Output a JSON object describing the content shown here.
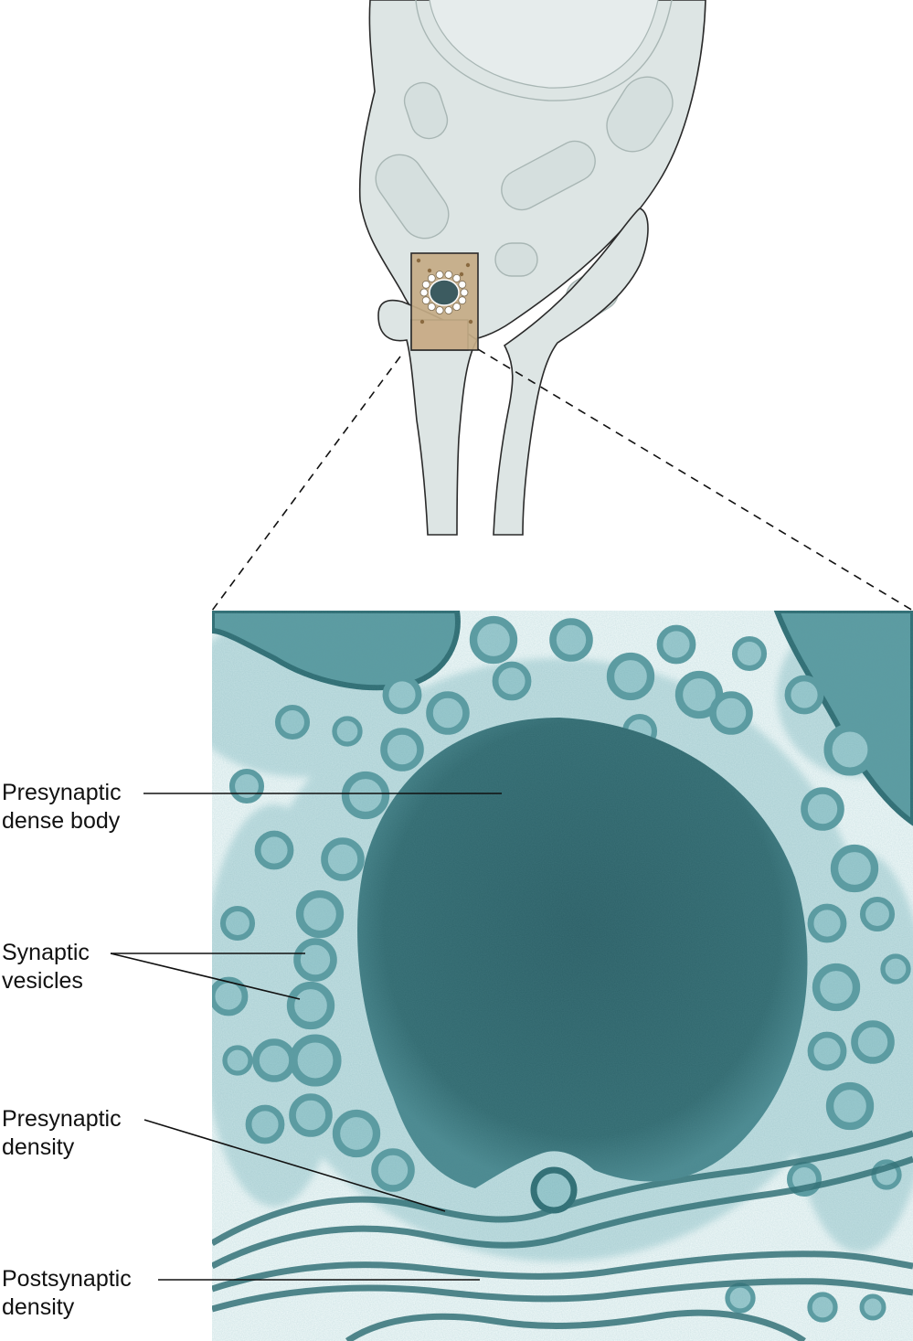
{
  "colors": {
    "cell_fill": "#dde5e4",
    "cell_stroke": "#2a2a2a",
    "organelle_stroke": "#a8b6b4",
    "box_fill": "#c4ab86",
    "pink_fill": "#f4c8c8",
    "dense_body": "#3c5b60",
    "em_background": "#f3fbfb",
    "em_dark": "#2e6c72",
    "em_mid": "#5c9ca2",
    "em_light": "#9ccbd0",
    "leader": "#111111"
  },
  "labels": {
    "presynaptic_dense_body": {
      "line1": "Presynaptic",
      "line2": "dense body"
    },
    "synaptic_vesicles": {
      "line1": "Synaptic",
      "line2": "vesicles"
    },
    "presynaptic_density": {
      "line1": "Presynaptic",
      "line2": "density"
    },
    "postsynaptic_density": {
      "line1": "Postsynaptic",
      "line2": "density"
    }
  }
}
